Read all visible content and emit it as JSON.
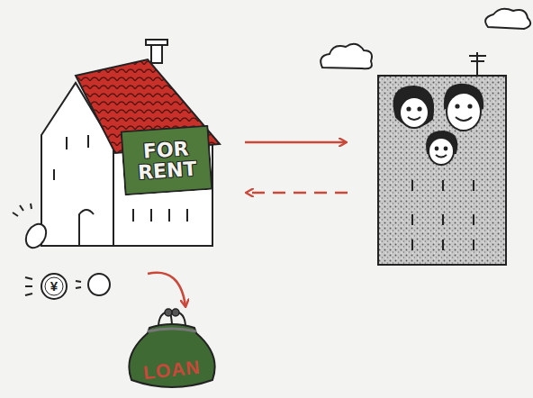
{
  "diagram": {
    "nodes": [
      {
        "text": [
          "FOR RENT"
        ]
      },
      {
        "text": [
          "¥"
        ]
      },
      {
        "text": [
          "LOAN"
        ]
      }
    ]
  }
}
